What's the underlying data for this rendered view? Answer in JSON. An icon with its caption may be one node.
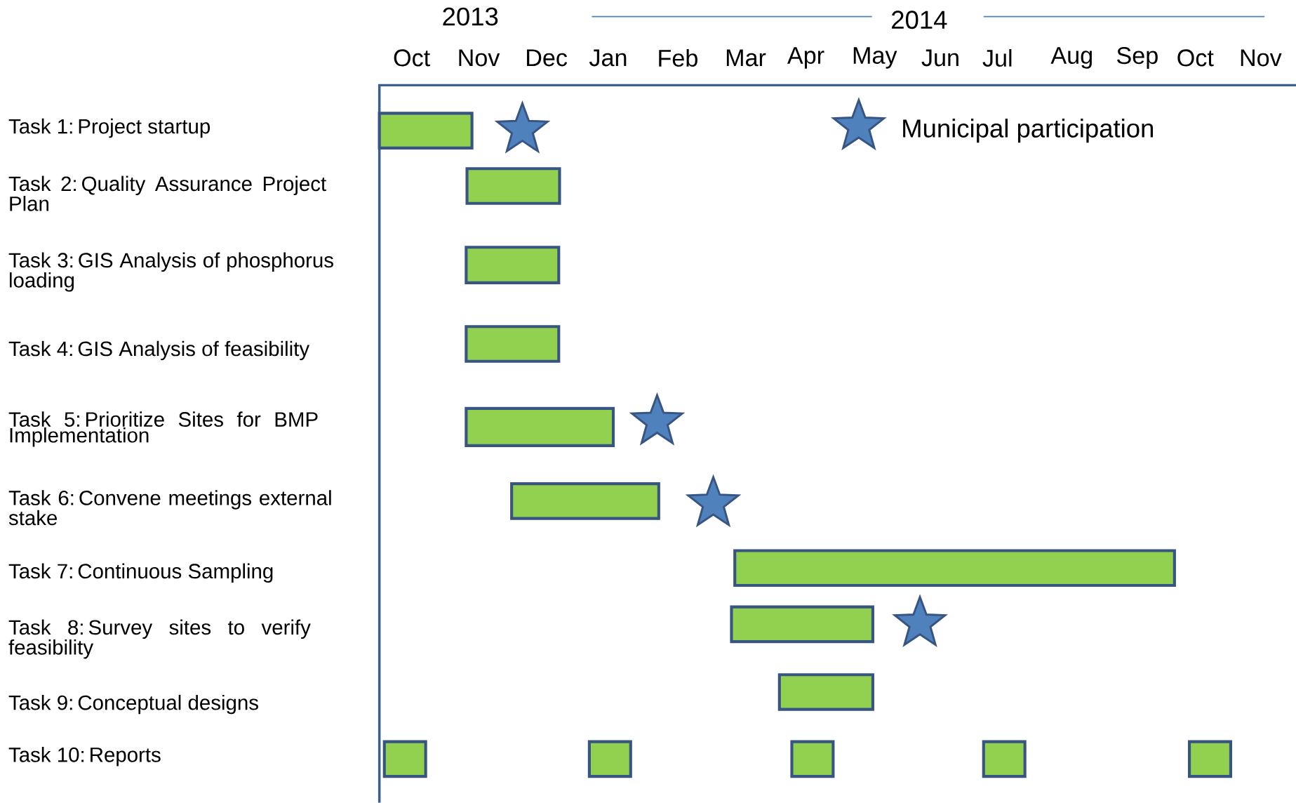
{
  "diagram": {
    "nodes": [
      {
        "text": [],
        "shape": "bar"
      },
      {
        "text": [],
        "shape": "star"
      },
      {
        "text": [],
        "shape": "bar"
      },
      {
        "text": [],
        "shape": "bar"
      },
      {
        "text": [],
        "shape": "bar"
      },
      {
        "text": [],
        "shape": "bar"
      },
      {
        "text": [],
        "shape": "star"
      },
      {
        "text": [],
        "shape": "bar"
      },
      {
        "text": [],
        "shape": "star"
      },
      {
        "text": [],
        "shape": "bar"
      },
      {
        "text": [],
        "shape": "bar"
      },
      {
        "text": [],
        "shape": "star"
      },
      {
        "text": [],
        "shape": "bar"
      },
      {
        "text": [],
        "shape": "bar"
      },
      {
        "text": [],
        "shape": "bar"
      },
      {
        "text": [],
        "shape": "bar"
      },
      {
        "text": [],
        "shape": "bar"
      },
      {
        "text": [],
        "shape": "bar"
      }
    ],
    "labels": [
      "2013",
      "2014",
      "Oct",
      "Nov",
      "Dec",
      "Jan",
      "Feb",
      "Mar",
      "Apr",
      "May",
      "Jun",
      "Jul",
      "Aug",
      "Sep",
      "Oct",
      "Nov",
      "Task 1: Project startup",
      "Task 2: Quality Assurance Project Plan",
      "Task 3: GIS Analysis of phosphorus loading",
      "Task 4: GIS Analysis of feasibility",
      "Task 5: Prioritize Sites for BMP Implementation",
      "Task 6: Convene meetings external stake",
      "Task 7: Continuous Sampling",
      "Task 8: Survey sites to verify feasibility",
      "Task 9: Conceptual designs",
      "Task 10: Reports"
    ],
    "legend": [
      {
        "text": "Municipal participation"
      }
    ]
  }
}
